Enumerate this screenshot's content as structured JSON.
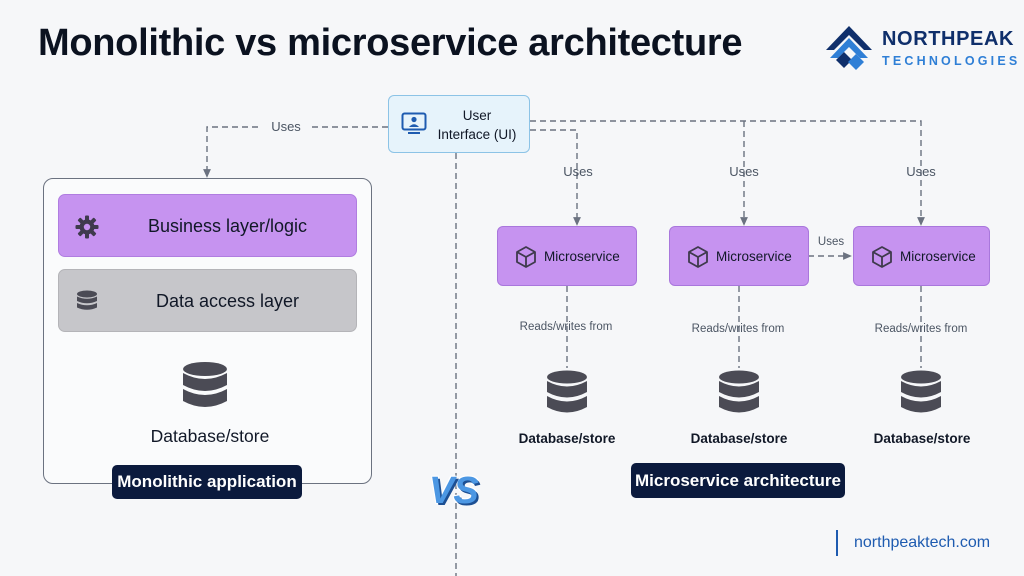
{
  "header": {
    "title": "Monolithic vs microservice architecture",
    "logo_name": "NORTHPEAK",
    "logo_sub": "TECHNOLOGIES",
    "logo_icon": "mountain-logo-icon"
  },
  "ui": {
    "label": "User\nInterface (UI)",
    "icon": "monitor-user-icon"
  },
  "edges": {
    "uses_label": "Uses",
    "reads_label": "Reads/writes from",
    "ms_to_ms_label": "Uses"
  },
  "monolith": {
    "business_layer": "Business layer/logic",
    "data_layer": "Data access layer",
    "database": "Database/store",
    "tag": "Monolithic application"
  },
  "vs": "VS",
  "microservices": {
    "items": [
      {
        "label": "Microservice",
        "database": "Database/store"
      },
      {
        "label": "Microservice",
        "database": "Database/store"
      },
      {
        "label": "Microservice",
        "database": "Database/store"
      }
    ],
    "tag": "Microservice architecture"
  },
  "footer": {
    "url": "northpeaktech.com"
  },
  "colors": {
    "accent_purple": "#c693f0",
    "layer_gray": "#c6c6ca",
    "ui_blue": "#e6f3fb",
    "tag_navy": "#0b1a3d",
    "vs_blue": "#4c97e3",
    "brand_navy": "#0f2f6b",
    "brand_blue": "#2f7fd6"
  }
}
